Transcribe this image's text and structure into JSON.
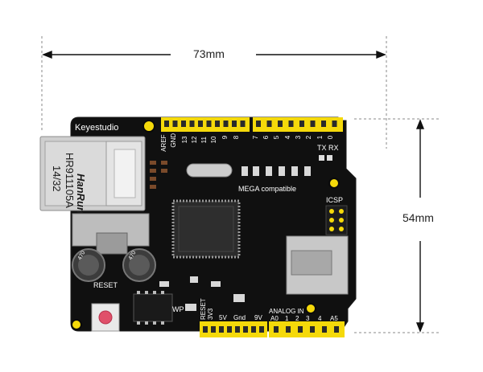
{
  "dimensions": {
    "width_label": "73mm",
    "height_label": "54mm"
  },
  "board": {
    "brand": "Keyestudio",
    "jack_brand": "HanRun",
    "jack_part": "HR911105A",
    "jack_code": "14/32",
    "mega_label": "MEGA compatible",
    "reset_label": "RESET",
    "icsp_label": "ICSP",
    "wp_label": "WP",
    "cap_label": "470",
    "tx_label": "TX",
    "rx_label": "RX",
    "top_pins": [
      "AREF",
      "GND",
      "13",
      "12",
      "11",
      "10",
      "9",
      "8",
      "7",
      "6",
      "5",
      "4",
      "3",
      "2",
      "1",
      "0"
    ],
    "bottom_power": [
      "RESET",
      "3V3",
      "5V",
      "Gnd",
      "9V"
    ],
    "analog_title": "ANALOG IN",
    "analog_pins": [
      "A0",
      "1",
      "2",
      "3",
      "4",
      "A5"
    ],
    "colors": {
      "pcb": "#101010",
      "header": "#f5d90a",
      "silk": "#ffffff",
      "metal": "#c9c9c9"
    }
  }
}
